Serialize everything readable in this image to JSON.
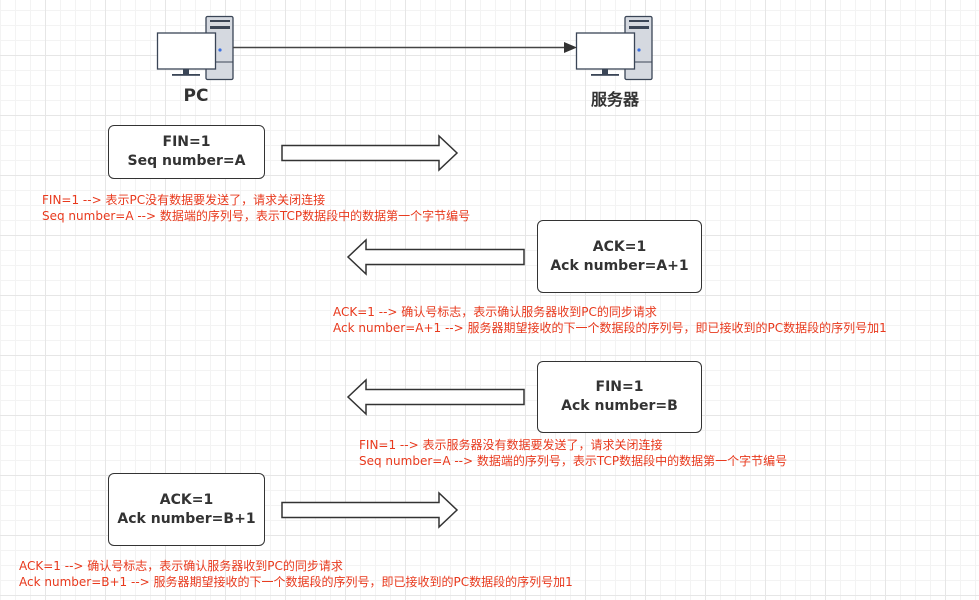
{
  "nodes": {
    "pc": {
      "label": "PC",
      "icon": "desktop-computer-icon"
    },
    "server": {
      "label": "服务器",
      "icon": "desktop-computer-icon"
    }
  },
  "connection": {
    "from": "PC",
    "to": "服务器"
  },
  "steps": [
    {
      "direction": "PC→服务器",
      "box": {
        "line1": "FIN=1",
        "line2": "Seq number=A"
      },
      "notes": [
        "FIN=1 --> 表示PC没有数据要发送了，请求关闭连接",
        "Seq number=A --> 数据端的序列号，表示TCP数据段中的数据第一个字节编号"
      ]
    },
    {
      "direction": "服务器→PC",
      "box": {
        "line1": "ACK=1",
        "line2": "Ack number=A+1"
      },
      "notes": [
        "ACK=1 --> 确认号标志，表示确认服务器收到PC的同步请求",
        "Ack number=A+1 --> 服务器期望接收的下一个数据段的序列号，即已接收到的PC数据段的序列号加1"
      ]
    },
    {
      "direction": "服务器→PC",
      "box": {
        "line1": "FIN=1",
        "line2": "Ack number=B"
      },
      "notes": [
        "FIN=1 --> 表示服务器没有数据要发送了，请求关闭连接",
        "Seq number=A --> 数据端的序列号，表示TCP数据段中的数据第一个字节编号"
      ]
    },
    {
      "direction": "PC→服务器",
      "box": {
        "line1": "ACK=1",
        "line2": "Ack number=B+1"
      },
      "notes": [
        "ACK=1 --> 确认号标志，表示确认服务器收到PC的同步请求",
        "Ack number=B+1 --> 服务器期望接收的下一个数据段的序列号，即已接收到的PC数据段的序列号加1"
      ]
    }
  ],
  "colors": {
    "note_text": "#e8391d",
    "box_border": "#333333",
    "icon_body": "#d5d9e0",
    "icon_dark": "#3a4556",
    "led": "#3b6fe0"
  }
}
